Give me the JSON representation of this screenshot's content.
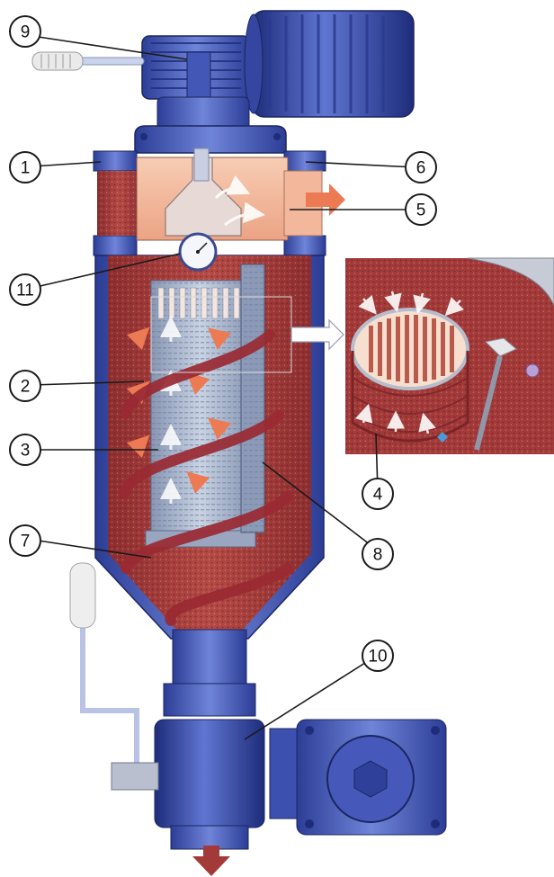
{
  "callouts": [
    {
      "id": "c1",
      "label": "1"
    },
    {
      "id": "c2",
      "label": "2"
    },
    {
      "id": "c3",
      "label": "3"
    },
    {
      "id": "c4",
      "label": "4"
    },
    {
      "id": "c5",
      "label": "5"
    },
    {
      "id": "c6",
      "label": "6"
    },
    {
      "id": "c7",
      "label": "7"
    },
    {
      "id": "c8",
      "label": "8"
    },
    {
      "id": "c9",
      "label": "9"
    },
    {
      "id": "c10",
      "label": "10"
    },
    {
      "id": "c11",
      "label": "11"
    }
  ],
  "colors": {
    "housing_blue": "#3f55b8",
    "housing_dark": "#24338a",
    "fluid_red": "#a33a3a",
    "fluid_light": "#f2b9a0",
    "flow_orange": "#ec7a52",
    "screen_gray": "#b4c0d2",
    "outline": "#1a1a1a"
  }
}
